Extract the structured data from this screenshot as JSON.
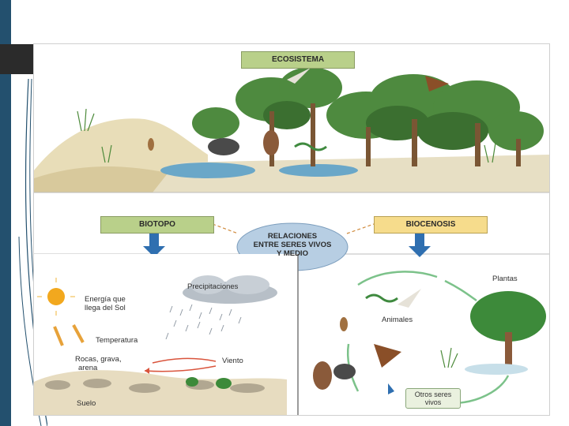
{
  "diagram": {
    "title": "ECOSISTEMA",
    "biotopo_label": "BIOTOPO",
    "biocenosis_label": "BIOCENOSIS",
    "center_label_line1": "RELACIONES",
    "center_label_line2": "ENTRE SERES VIVOS",
    "center_label_line3": "Y MEDIO",
    "biotopo": {
      "precipitaciones": "Precipitaciones",
      "energia_line1": "Energía que",
      "energia_line2": "llega del Sol",
      "temperatura": "Temperatura",
      "rocas_line1": "Rocas, grava,",
      "rocas_line2": "arena",
      "viento": "Viento",
      "suelo": "Suelo"
    },
    "biocenosis": {
      "plantas": "Plantas",
      "animales": "Animales",
      "otros_line1": "Otros seres",
      "otros_line2": "vivos"
    }
  },
  "colors": {
    "title_box": "#b9d08a",
    "biotopo_box": "#b9d08a",
    "biocenosis_box": "#f6dc8c",
    "center_ellipse": "#b7cee3",
    "arrow_blue": "#2f6fb0",
    "sidebar": "#23506e"
  }
}
